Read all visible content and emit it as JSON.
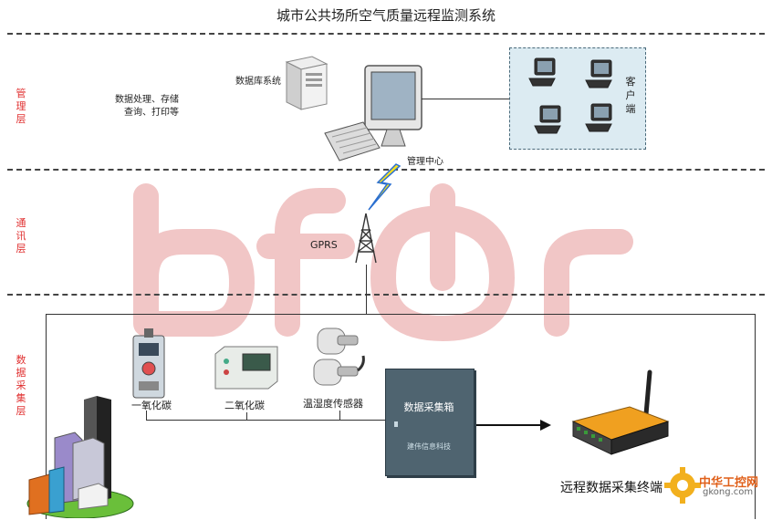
{
  "title": "城市公共场所空气质量远程监测系统",
  "layers": {
    "management": "管理层",
    "communication": "通讯层",
    "acquisition": "数据采集层"
  },
  "management": {
    "db_server_label": "数据库系统",
    "db_desc_line1": "数据处理、存储",
    "db_desc_line2": "查询、打印等",
    "center_label": "管理中心",
    "clients_label": "客户端"
  },
  "communication": {
    "gprs_label": "GPRS"
  },
  "acquisition": {
    "co_label": "一氧化碳",
    "co2_label": "二氧化碳",
    "th_label": "温湿度传感器",
    "box_title": "数据采集箱",
    "box_sub": "建伟信息科技",
    "terminal_label": "远程数据采集终端"
  },
  "watermark": {
    "site_name": "中华工控网",
    "site_url": "gkong.com"
  },
  "colors": {
    "layer_label": "#e03030",
    "watermark": "#f1c6c6",
    "client_box_bg": "#dcebf2",
    "box_bg": "#4f6470",
    "terminal_orange": "#f0a020"
  }
}
